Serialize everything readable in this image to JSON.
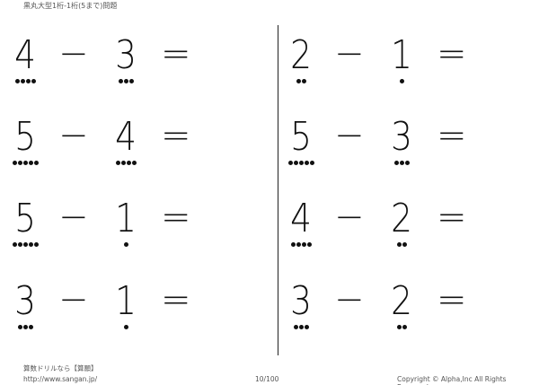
{
  "header": {
    "title": "黒丸大型1桁-1桁(5まで)問題"
  },
  "operator_minus": "−",
  "operator_equals": "=",
  "problems": [
    {
      "a": "4",
      "b": "3",
      "a_dots": 4,
      "b_dots": 3
    },
    {
      "a": "5",
      "b": "4",
      "a_dots": 5,
      "b_dots": 4
    },
    {
      "a": "5",
      "b": "1",
      "a_dots": 5,
      "b_dots": 1
    },
    {
      "a": "3",
      "b": "1",
      "a_dots": 3,
      "b_dots": 1
    },
    {
      "a": "2",
      "b": "1",
      "a_dots": 2,
      "b_dots": 1
    },
    {
      "a": "5",
      "b": "3",
      "a_dots": 5,
      "b_dots": 3
    },
    {
      "a": "4",
      "b": "2",
      "a_dots": 4,
      "b_dots": 2
    },
    {
      "a": "3",
      "b": "2",
      "a_dots": 3,
      "b_dots": 2
    }
  ],
  "footer": {
    "site_name": "算数ドリルなら【算願】",
    "url": "http://www.sangan.jp/",
    "page": "10/100",
    "copyright": "Copyright © Alpha,Inc All Rights Reserved."
  }
}
